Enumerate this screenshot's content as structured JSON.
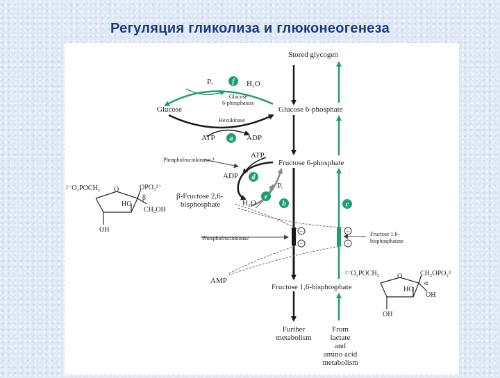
{
  "slide": {
    "title": "Регуляция гликолиза и глюконеогенеза"
  },
  "diagram": {
    "stored_glycogen": "Stored glycogen",
    "glucose": "Glucose",
    "glucose_6_phosphate": "Glucose 6-phosphate",
    "fructose_6_phosphate": "Fructose 6-phosphate",
    "fructose_1_6_bisphosphate": "Fructose 1,6-bisphosphate",
    "further_metabolism": [
      "Further",
      "metabolism"
    ],
    "from_lactate": [
      "From",
      "lactate",
      "and",
      "amino acid",
      "metabolism"
    ],
    "pi_top": "Pᵢ",
    "h2o_top": "H₂O",
    "glucose_6_phosphatase": [
      "Glucose",
      "6-phosphatase"
    ],
    "hexokinase": "Hexokinase",
    "atp_1": "ATP",
    "adp_1": "ADP",
    "atp_2": "ATP",
    "pfk2": "Phosphofructokinase-2",
    "adp_2": "ADP",
    "pi_mid": "Pᵢ",
    "h2o_mid": "H₂O",
    "f26bp": [
      "β-Fructose 2,6-",
      "bisphosphate"
    ],
    "pfk": "Phosphofructokinase",
    "fbpase": [
      "Fructose 1,6-",
      "bisphosphatase"
    ],
    "amp": "AMP",
    "circle_labels": {
      "a": "a",
      "b": "b",
      "c": "c",
      "d": "d",
      "e": "e",
      "f": "f"
    },
    "minus": "−",
    "struct_left": {
      "phosphate_left": "²⁻O₃POCH₂",
      "ring_o": "O",
      "phosphate_right": "OPO₃²⁻",
      "beta": "β",
      "ho": "HO",
      "ch2oh": "CH₂OH",
      "oh": "OH"
    },
    "struct_right": {
      "phosphate_left": "²⁻O₃POCH₂",
      "ring_o": "O",
      "phosphate_right": "CH₂OPO₃²",
      "alpha": "α",
      "ho": "HO",
      "oh_right": "OH",
      "oh_bottom": "OH"
    },
    "colors": {
      "green": "#1e9e76",
      "black": "#1a1a1a",
      "grey": "#7a7a7a",
      "title": "#1a3a7a"
    }
  }
}
